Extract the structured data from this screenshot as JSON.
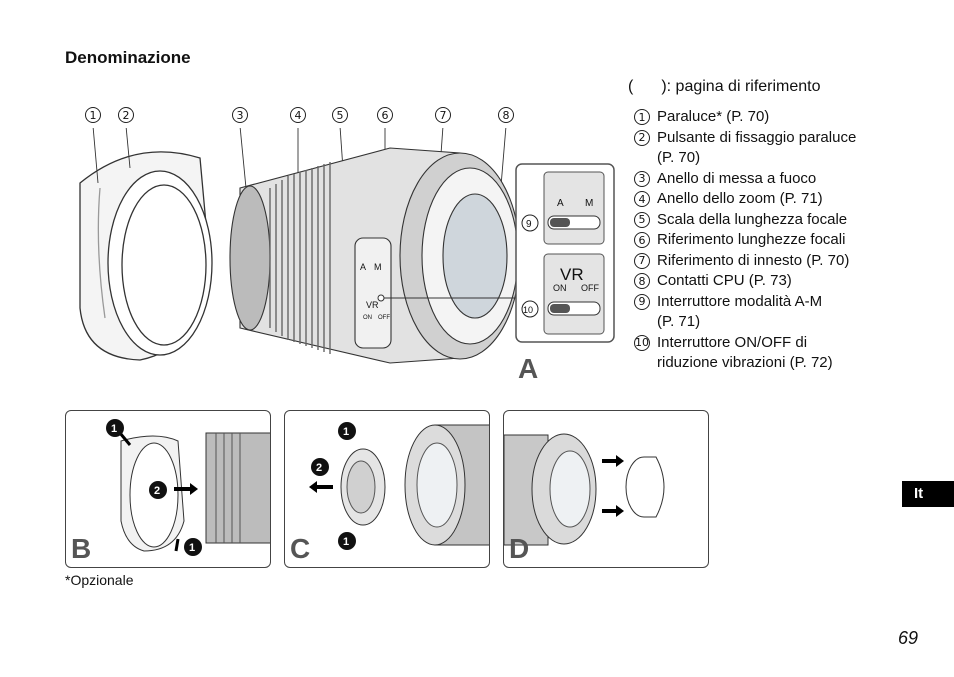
{
  "title": "Denominazione",
  "reference_note": "): pagina di riferimento",
  "reference_note_open": "(",
  "top_labels": [
    "1",
    "2",
    "3",
    "4",
    "5",
    "6",
    "7",
    "8"
  ],
  "parts": [
    {
      "num": "1",
      "text": "Paraluce* (P. 70)"
    },
    {
      "num": "2",
      "text": "Pulsante di fissaggio paraluce"
    },
    {
      "num": "",
      "text": "(P. 70)"
    },
    {
      "num": "3",
      "text": "Anello di messa a fuoco"
    },
    {
      "num": "4",
      "text": "Anello dello zoom (P. 71)"
    },
    {
      "num": "5",
      "text": "Scala della lunghezza focale"
    },
    {
      "num": "6",
      "text": "Riferimento lunghezze focali"
    },
    {
      "num": "7",
      "text": "Riferimento di innesto (P. 70)"
    },
    {
      "num": "8",
      "text": "Contatti CPU (P. 73)"
    },
    {
      "num": "9",
      "text": "Interruttore modalità A-M"
    },
    {
      "num": "",
      "text": "(P. 71)"
    },
    {
      "num": "10",
      "text": "Interruttore ON/OFF di"
    },
    {
      "num": "",
      "text": "riduzione vibrazioni (P. 72)"
    }
  ],
  "figure": {
    "letter_a": "A",
    "switch_a": "A",
    "switch_m": "M",
    "vr": "VR",
    "on": "ON",
    "off": "OFF",
    "callout_9": "9",
    "callout_10": "10",
    "step_1": "1",
    "step_2": "2"
  },
  "panels": [
    {
      "letter": "B"
    },
    {
      "letter": "C"
    },
    {
      "letter": "D"
    }
  ],
  "footnote": "*Opzionale",
  "language_tab": "It",
  "page_number": "69"
}
